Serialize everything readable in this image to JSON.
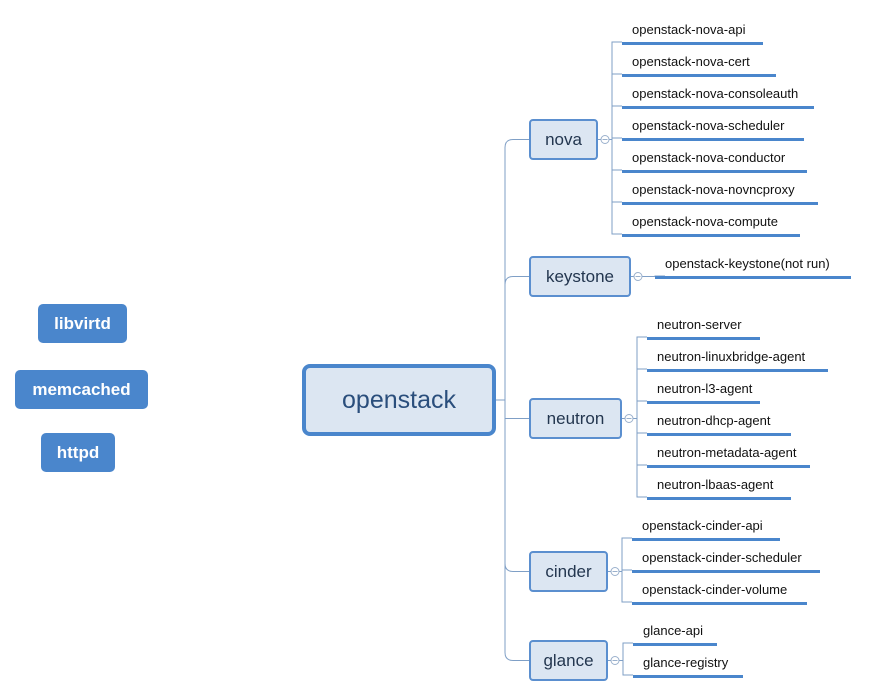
{
  "floating": [
    {
      "key": "libvirtd",
      "label": "libvirtd"
    },
    {
      "key": "memcached",
      "label": "memcached"
    },
    {
      "key": "httpd",
      "label": "httpd"
    }
  ],
  "root": {
    "label": "openstack"
  },
  "branches": [
    {
      "key": "nova",
      "label": "nova",
      "children": [
        "openstack-nova-api",
        "openstack-nova-cert",
        "openstack-nova-consoleauth",
        "openstack-nova-scheduler",
        "openstack-nova-conductor",
        "openstack-nova-novncproxy",
        "openstack-nova-compute"
      ]
    },
    {
      "key": "keystone",
      "label": "keystone",
      "children": [
        "openstack-keystone(not run)"
      ]
    },
    {
      "key": "neutron",
      "label": "neutron",
      "children": [
        "neutron-server",
        "neutron-linuxbridge-agent",
        "neutron-l3-agent",
        "neutron-dhcp-agent",
        "neutron-metadata-agent",
        "neutron-lbaas-agent"
      ]
    },
    {
      "key": "cinder",
      "label": "cinder",
      "children": [
        "openstack-cinder-api",
        "openstack-cinder-scheduler",
        "openstack-cinder-volume"
      ]
    },
    {
      "key": "glance",
      "label": "glance",
      "children": [
        "glance-api",
        "glance-registry"
      ]
    }
  ]
}
